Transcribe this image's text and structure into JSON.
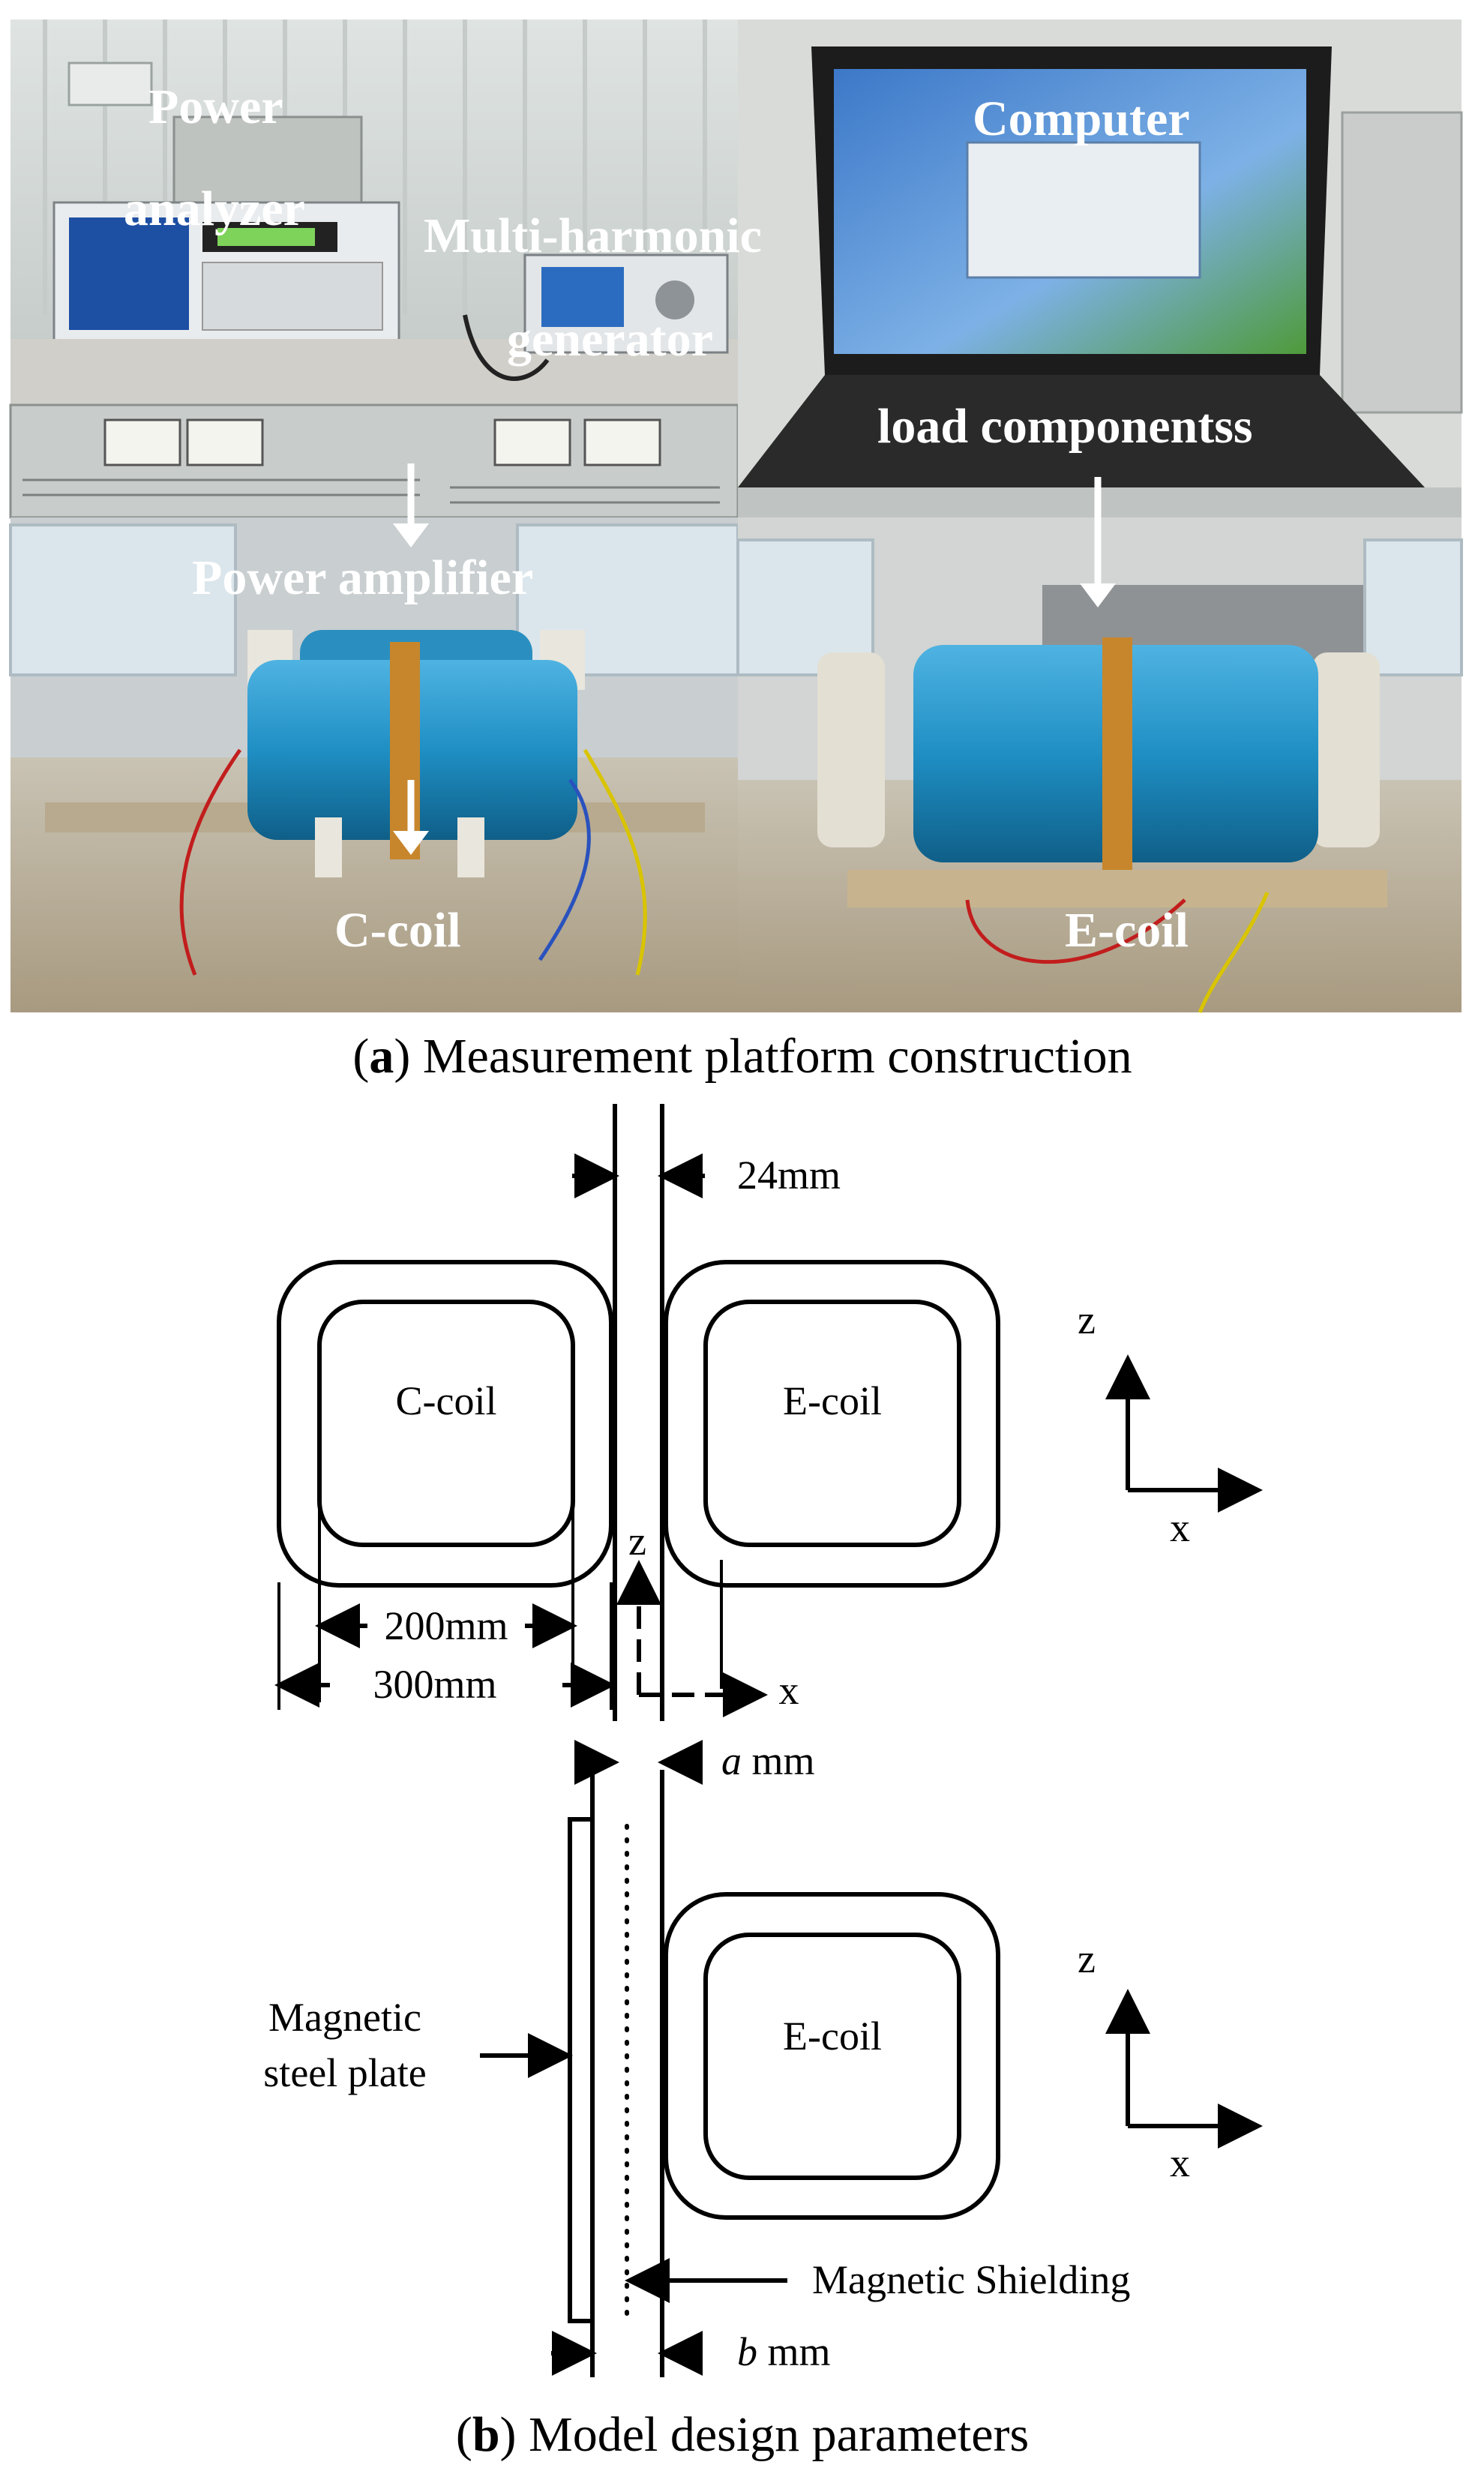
{
  "panel_a": {
    "labels": {
      "power_analyzer_line1": "Power",
      "power_analyzer_line2": "analyzer",
      "multi_harmonic_line1": "Multi-harmonic",
      "multi_harmonic_line2": "generator",
      "computer": "Computer",
      "load_components": "load componentss",
      "power_amplifier": "Power amplifier",
      "c_coil": "C-coil",
      "e_coil": "E-coil"
    },
    "caption_letter": "a",
    "caption_text": " Measurement platform construction"
  },
  "panel_b": {
    "top": {
      "dim_gap": "24mm",
      "c_coil": "C-coil",
      "e_coil": "E-coil",
      "dim_inner": "200mm",
      "dim_outer": "300mm",
      "axis_z_center": "z",
      "axis_x_center": "x",
      "axis_z": "z",
      "axis_x": "x"
    },
    "bottom": {
      "dim_a_var": "a",
      "dim_a_unit": " mm",
      "steel_plate_line1": "Magnetic",
      "steel_plate_line2": "steel plate",
      "e_coil": "E-coil",
      "shielding": "Magnetic Shielding",
      "dim_b_var": "b",
      "dim_b_unit": " mm",
      "axis_z": "z",
      "axis_x": "x"
    },
    "caption_letter": "b",
    "caption_text": " Model design parameters"
  },
  "colors": {
    "coil_blue": "#1f8fc4",
    "tape_orange": "#c7862c",
    "wall": "#cfd3cf",
    "floor": "#d9c3a0"
  }
}
